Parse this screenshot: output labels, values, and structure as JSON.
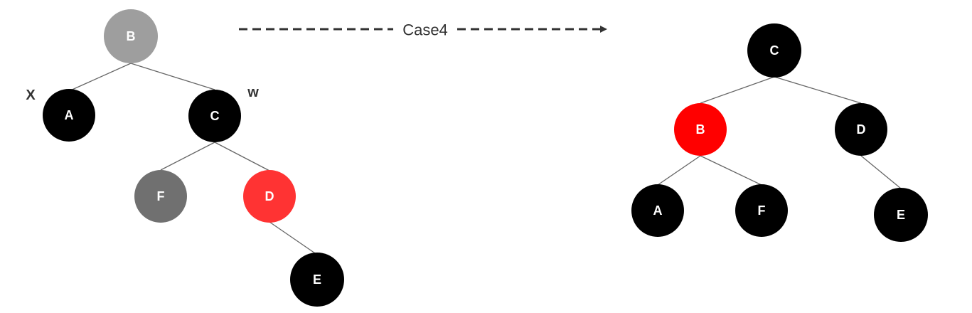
{
  "arrow": {
    "label": "Case4"
  },
  "before": {
    "labels": {
      "x": "X",
      "w": "w"
    },
    "nodes": [
      {
        "id": "b",
        "label": "B",
        "color": "#9e9e9e"
      },
      {
        "id": "a",
        "label": "A",
        "color": "#000000"
      },
      {
        "id": "c",
        "label": "C",
        "color": "#000000"
      },
      {
        "id": "f",
        "label": "F",
        "color": "#707070"
      },
      {
        "id": "d",
        "label": "D",
        "color": "#ff3333"
      },
      {
        "id": "e",
        "label": "E",
        "color": "#000000"
      }
    ]
  },
  "after": {
    "nodes": [
      {
        "id": "c",
        "label": "C",
        "color": "#000000"
      },
      {
        "id": "b",
        "label": "B",
        "color": "#ff0000"
      },
      {
        "id": "d",
        "label": "D",
        "color": "#000000"
      },
      {
        "id": "a",
        "label": "A",
        "color": "#000000"
      },
      {
        "id": "f",
        "label": "F",
        "color": "#000000"
      },
      {
        "id": "e",
        "label": "E",
        "color": "#000000"
      }
    ]
  }
}
